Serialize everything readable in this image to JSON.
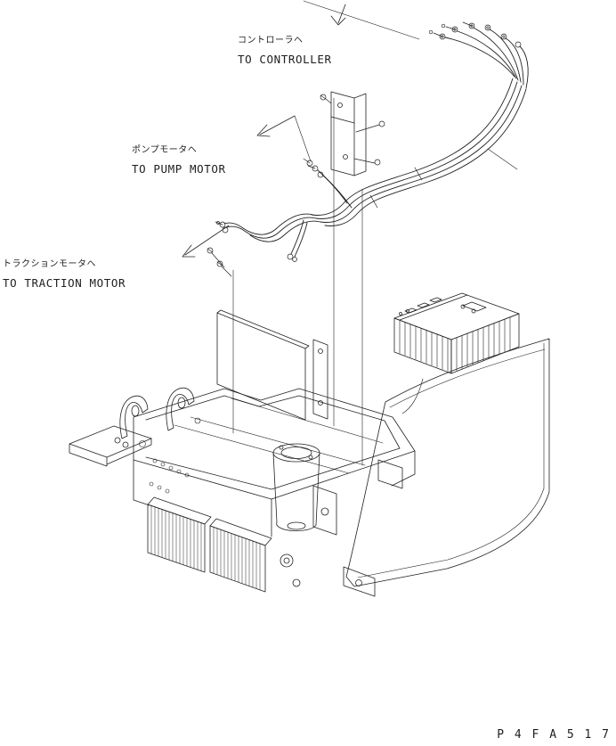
{
  "callouts": {
    "controller": {
      "jp": "コントローラヘ",
      "en": "TO CONTROLLER"
    },
    "pump_motor": {
      "jp": "ポンプモータヘ",
      "en": "TO PUMP MOTOR"
    },
    "traction_motor": {
      "jp": "トラクションモータヘ",
      "en": "TO TRACTION MOTOR"
    }
  },
  "drawing_number": "P 4 F A 5 1 7",
  "ink_color": "#222222",
  "background_color": "#ffffff"
}
